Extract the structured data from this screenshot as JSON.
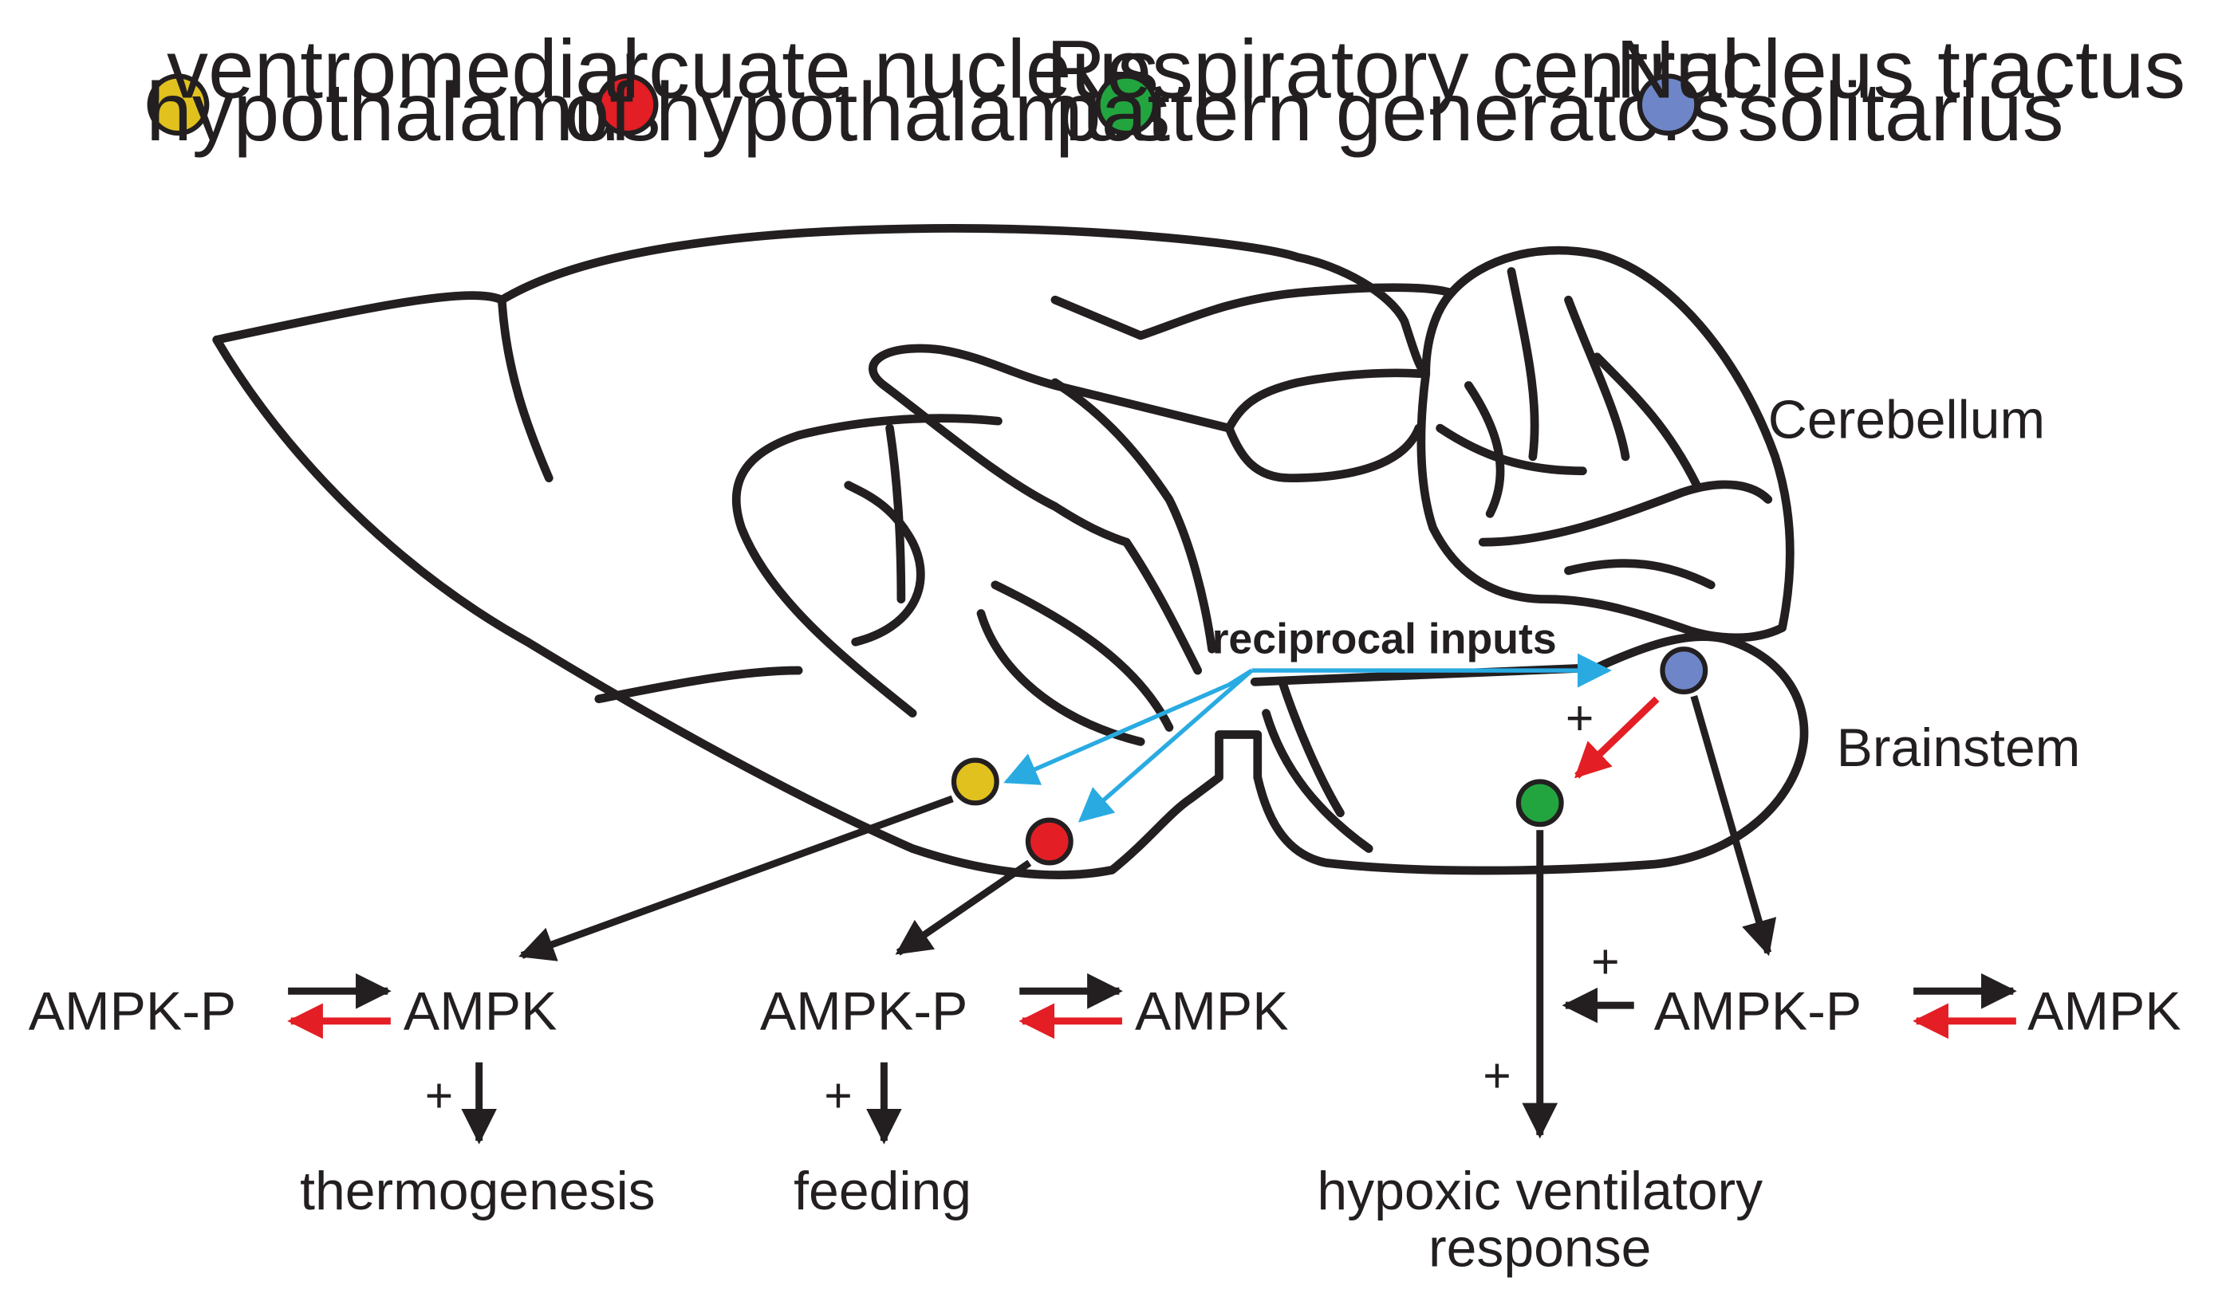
{
  "legend": {
    "vmh": {
      "line1": "ventromedial",
      "line2": "hypothalamus",
      "color": "#e0c11e"
    },
    "arc": {
      "line1": "arcuate nucleus",
      "line2": "of hypothalamus",
      "color": "#e31e24"
    },
    "cpg": {
      "line1": "Respiratory central",
      "line2": "pattern generators",
      "color": "#22a53f"
    },
    "nts": {
      "line1": "Nucleus tractus",
      "line2": "solitarius",
      "color": "#6e86c8"
    }
  },
  "regions": {
    "cerebellum": "Cerebellum",
    "brainstem": "Brainstem"
  },
  "reciprocal": {
    "label": "reciprocal inputs",
    "color": "#29abe2"
  },
  "cycles": {
    "left": {
      "phospho": "AMPK-P",
      "dephospho": "AMPK",
      "plus": "+",
      "outcome": "thermogenesis"
    },
    "middle": {
      "phospho": "AMPK-P",
      "dephospho": "AMPK",
      "plus": "+",
      "outcome": "feeding"
    },
    "right": {
      "phospho": "AMPK-P",
      "dephospho": "AMPK",
      "plus_inhibit": "+",
      "plus_feedback": "+",
      "outcome_line1": "hypoxic ventilatory",
      "outcome_line2": "response"
    }
  },
  "nts_cpg_sign": "+",
  "colors": {
    "outline": "#231f20",
    "red_arrow": "#e31e24"
  }
}
